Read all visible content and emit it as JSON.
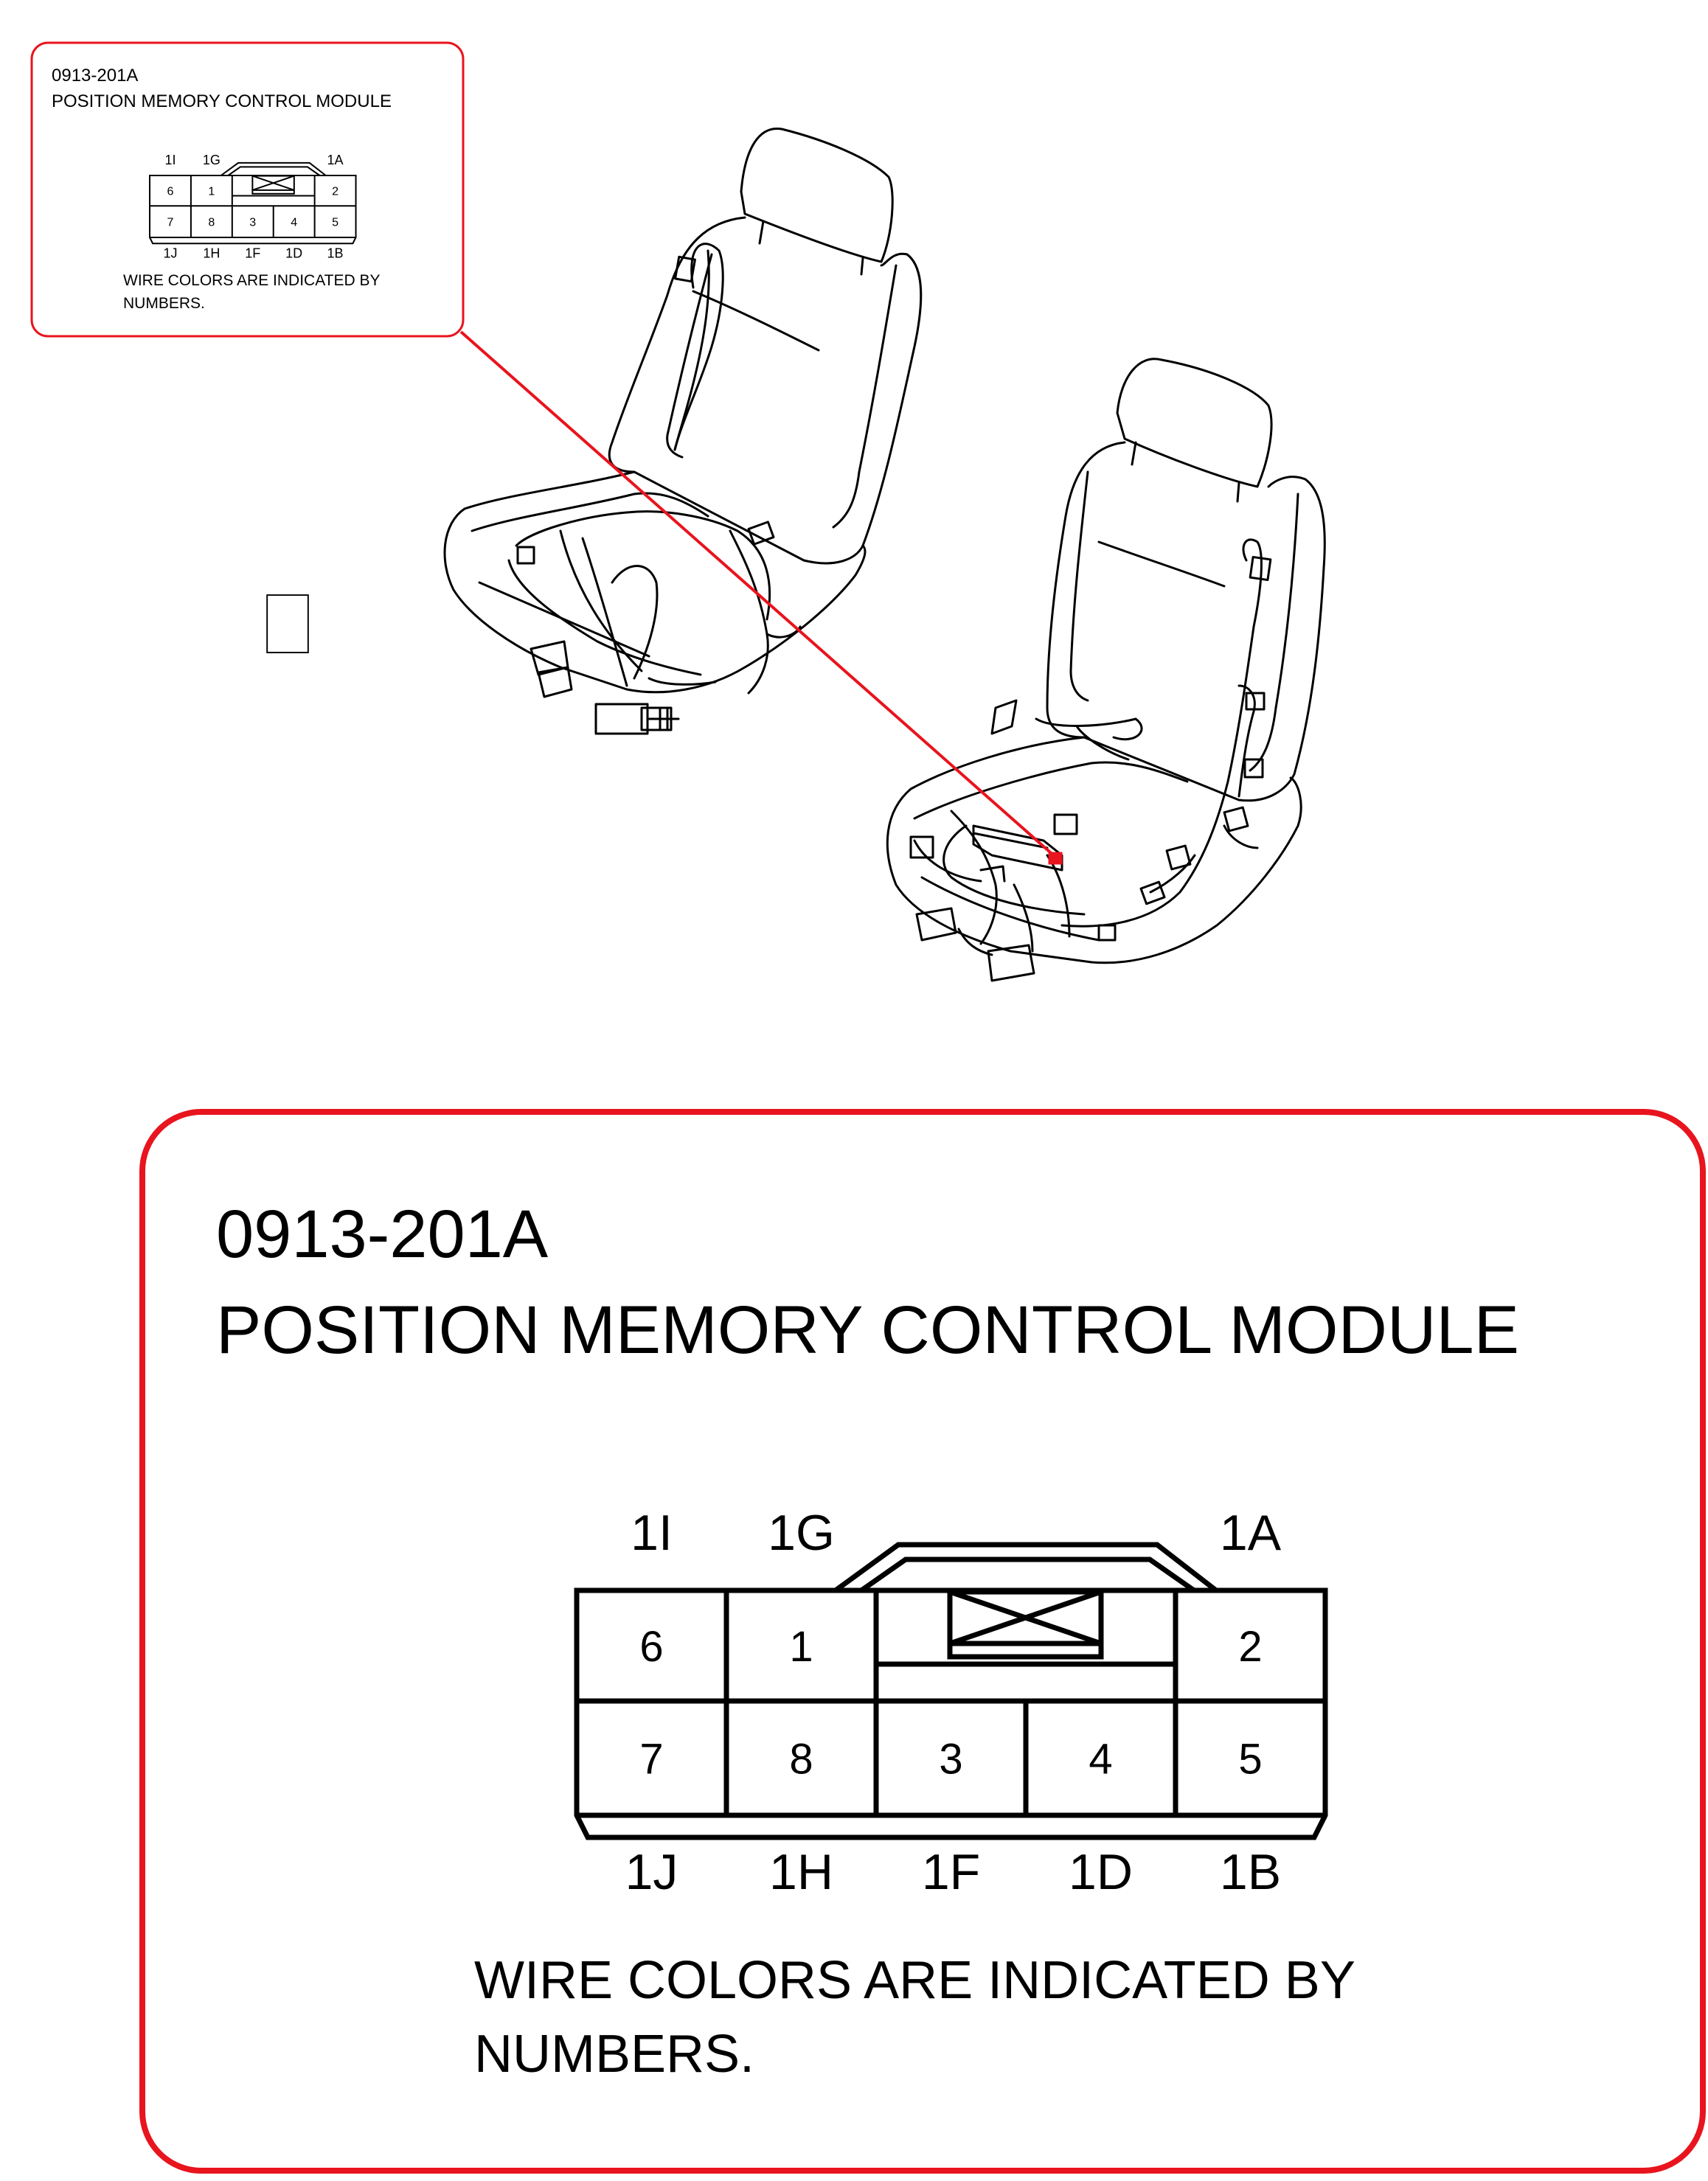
{
  "colors": {
    "accent": "#e8141e",
    "line": "#000000",
    "background": "#ffffff",
    "module_marker": "#e8141e"
  },
  "inset": {
    "part_number": "0913-201A",
    "title": "POSITION MEMORY CONTROL MODULE",
    "note_line1": "WIRE COLORS ARE INDICATED BY",
    "note_line2": "NUMBERS."
  },
  "detail": {
    "part_number": "0913-201A",
    "title": "POSITION MEMORY CONTROL MODULE",
    "note_line1": "WIRE COLORS ARE INDICATED BY",
    "note_line2": "NUMBERS."
  },
  "connector": {
    "top_labels": {
      "col1": "1I",
      "col2": "1G",
      "col5": "1A"
    },
    "bottom_labels": [
      "1J",
      "1H",
      "1F",
      "1D",
      "1B"
    ],
    "top_row_cells": {
      "col1": "6",
      "col2": "1",
      "col5": "2"
    },
    "bottom_row_cells": [
      "7",
      "8",
      "3",
      "4",
      "5"
    ],
    "center_icon": "crossed-box-icon"
  },
  "illustration": {
    "subject": "seat-wiring-illustration",
    "callout": "callout-leader-line"
  }
}
